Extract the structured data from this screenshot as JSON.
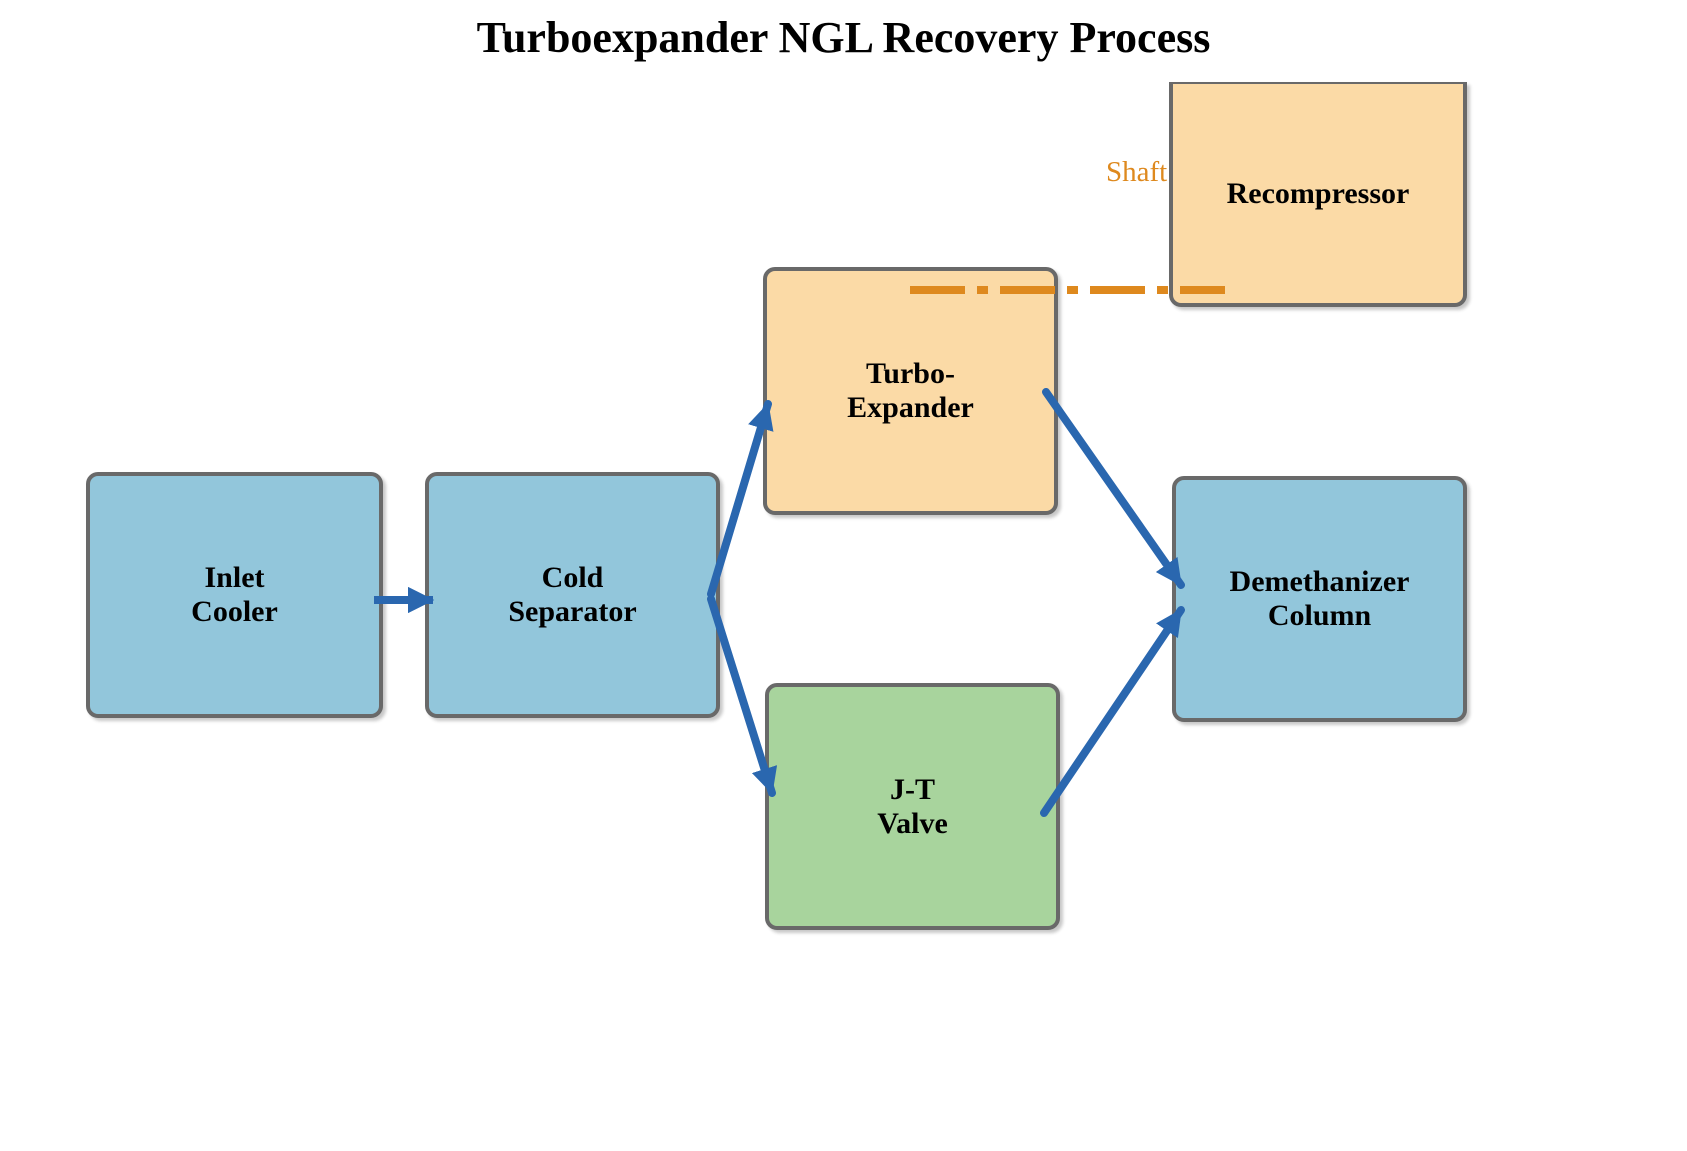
{
  "title": "Turboexpander NGL Recovery Process",
  "shaft": {
    "label": "Shaft",
    "color": "#DE891E"
  },
  "nodes": {
    "inlet_cooler": {
      "lines": [
        "Inlet",
        "Cooler"
      ],
      "fill": "#92C6DB"
    },
    "cold_separator": {
      "lines": [
        "Cold",
        "Separator"
      ],
      "fill": "#92C6DB"
    },
    "turbo_expander": {
      "lines": [
        "Turbo-",
        "Expander"
      ],
      "fill": "#FBDAA6"
    },
    "jt_valve": {
      "lines": [
        "J-T",
        "Valve"
      ],
      "fill": "#A8D49D"
    },
    "demethanizer": {
      "lines": [
        "Demethanizer",
        "Column"
      ],
      "fill": "#92C6DB"
    },
    "recompressor": {
      "lines": [
        "Recompressor"
      ],
      "fill": "#FBDAA6"
    }
  },
  "connections": [
    {
      "from": "inlet_cooler",
      "to": "cold_separator",
      "type": "flow"
    },
    {
      "from": "cold_separator",
      "to": "turbo_expander",
      "type": "flow"
    },
    {
      "from": "cold_separator",
      "to": "jt_valve",
      "type": "flow"
    },
    {
      "from": "turbo_expander",
      "to": "demethanizer",
      "type": "flow"
    },
    {
      "from": "jt_valve",
      "to": "demethanizer",
      "type": "flow"
    },
    {
      "from": "turbo_expander",
      "to": "recompressor",
      "type": "shaft"
    }
  ],
  "colors": {
    "background": "#FFFFFF",
    "border": "#696969",
    "arrow": "#2A67AF",
    "shaft_line": "#DE891E",
    "text": "#000000"
  }
}
